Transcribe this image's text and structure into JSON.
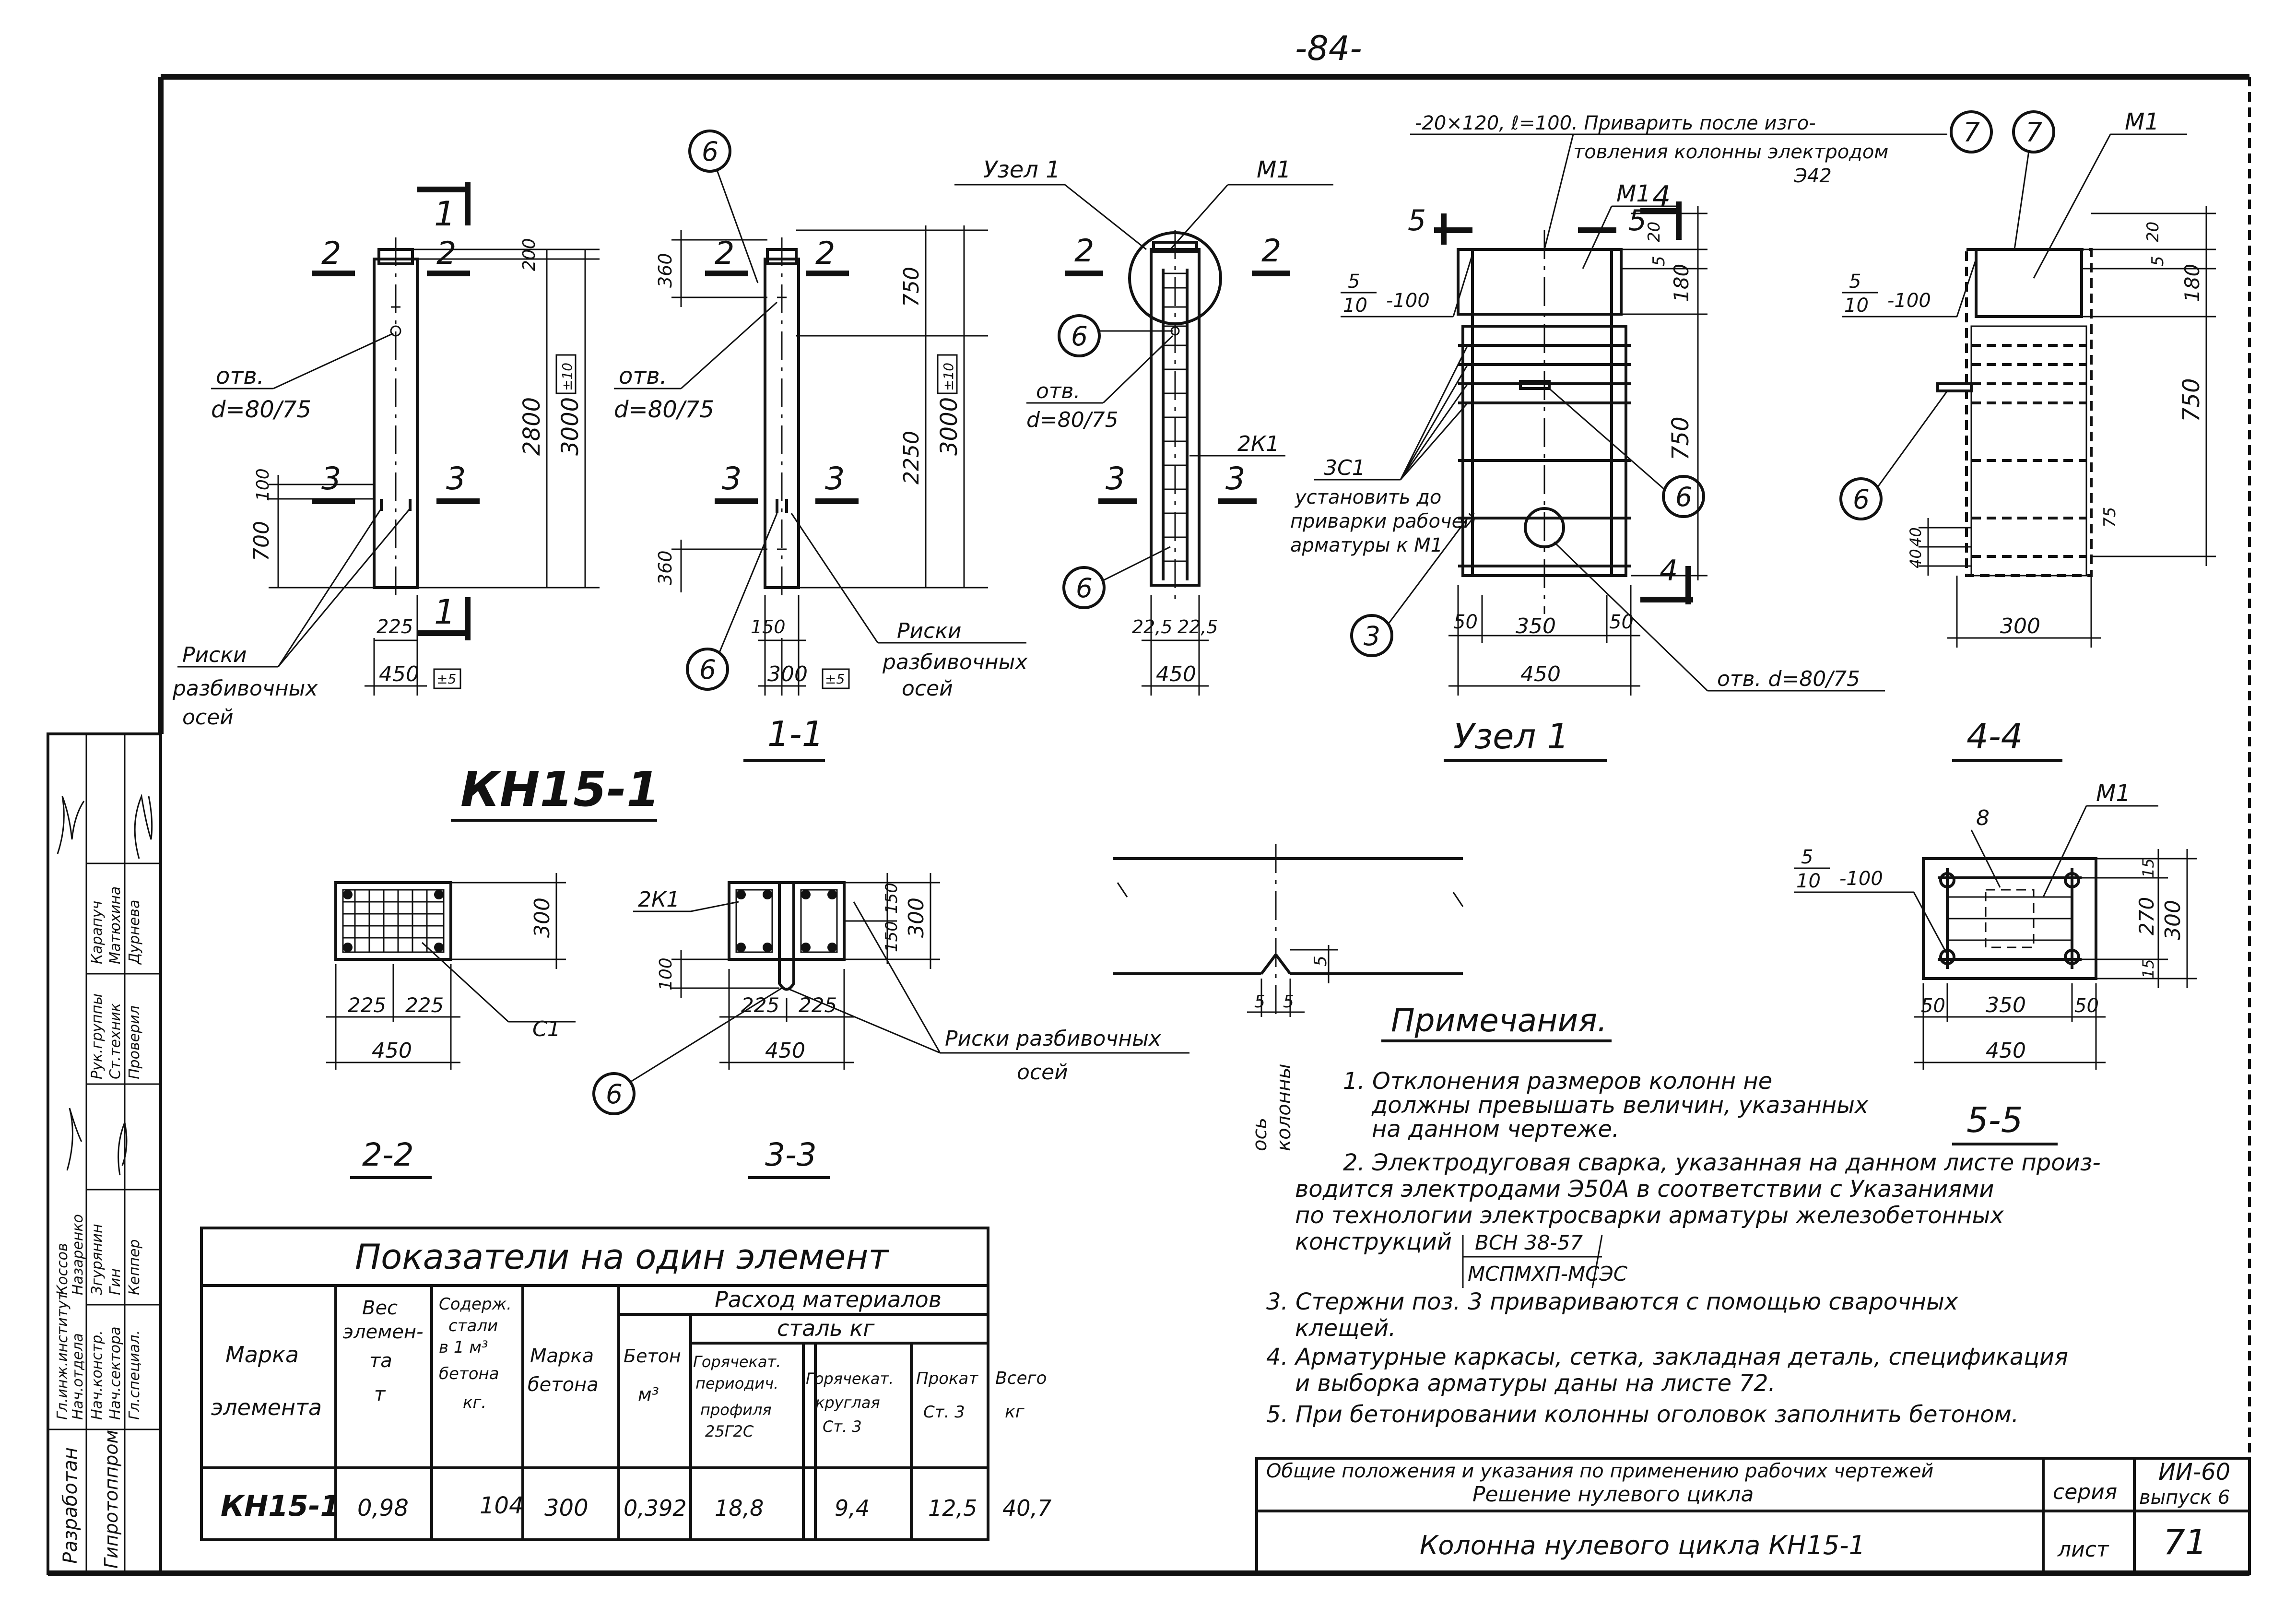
{
  "page_number": "-84-",
  "title": "КН15-1",
  "views": {
    "front": {
      "section_top": "2",
      "section_mid": "3",
      "section_side": "1",
      "hole_label_1": "отв.",
      "hole_label_2": "d=80/75",
      "dims": [
        "200",
        "2800",
        "3000",
        "100",
        "700",
        "225",
        "450"
      ],
      "tol_1": "±10",
      "tol_2": "±5",
      "marks_label": [
        "Риски",
        "разбивочных",
        "осей"
      ]
    },
    "side": {
      "title": "1-1",
      "callout": "6",
      "section_top": "2",
      "section_mid": "3",
      "hole_label_1": "отв.",
      "hole_label_2": "d=80/75",
      "dims": [
        "360",
        "750",
        "2250",
        "3000",
        "360",
        "150",
        "300"
      ],
      "tol_1": "±10",
      "tol_2": "±5",
      "marks_label": [
        "Риски",
        "разбивочных",
        "осей"
      ]
    },
    "rebar": {
      "node_label": "Узел 1",
      "m_label": "М1",
      "callout": "6",
      "frame_label": "2К1",
      "section_top": "2",
      "section_mid": "3",
      "hole_label_1": "отв.",
      "hole_label_2": "d=80/75",
      "dims": [
        "22,5",
        "22,5",
        "450"
      ]
    },
    "node1": {
      "title": "Узел 1",
      "weld_note_1": "-20×120, ℓ=100. Приварить после изго-",
      "weld_note_2": "товления колонны электродом",
      "weld_note_3": "Э42",
      "callout_a": "7",
      "callout_b": "6",
      "callout_c": "3",
      "m_label": "М1",
      "sec5": "5",
      "sec4": "4",
      "weld_symbol_top": "5",
      "weld_symbol_bottom": "10",
      "weld_symbol_len": "-100",
      "frame_label": "3С1",
      "install_note": [
        "установить до",
        "приварки рабочей",
        "арматуры к М1"
      ],
      "hole_label": "отв. d=80/75",
      "dims": [
        "20",
        "5",
        "180",
        "750",
        "50",
        "350",
        "50",
        "450"
      ]
    },
    "sec44": {
      "title": "4-4",
      "callout_a": "7",
      "callout_b": "6",
      "m_label": "М1",
      "weld_symbol_top": "5",
      "weld_symbol_bottom": "10",
      "weld_symbol_len": "-100",
      "dims": [
        "20",
        "5",
        "180",
        "750",
        "40",
        "40",
        "75",
        "300"
      ]
    },
    "sec22": {
      "title": "2-2",
      "mesh_label": "С1",
      "dims": [
        "300",
        "225",
        "225",
        "450"
      ]
    },
    "sec33": {
      "title": "3-3",
      "frame_label": "2К1",
      "callout": "6",
      "marks_label": [
        "Риски разбивочных",
        "осей"
      ],
      "dims": [
        "150",
        "150",
        "300",
        "100",
        "225",
        "225",
        "450"
      ]
    },
    "axis_detail": {
      "axis_label": [
        "ось",
        "колонны"
      ],
      "dims": [
        "5",
        "5",
        "5"
      ]
    },
    "sec55": {
      "title": "5-5",
      "callout": "8",
      "m_label": "М1",
      "weld_symbol_top": "5",
      "weld_symbol_bottom": "10",
      "weld_symbol_len": "-100",
      "dims": [
        "15",
        "270",
        "15",
        "300",
        "50",
        "350",
        "50",
        "450"
      ]
    }
  },
  "notes": {
    "heading": "Примечания.",
    "lines": [
      "1.  Отклонения размеров колонн не",
      "должны превышать величин, указанных",
      "на данном чертеже.",
      "2.  Электродуговая сварка, указанная на данном листе произ-",
      "водится электродами Э50А в соответствии с Указаниями",
      "по технологии электросварки арматуры железобетонных",
      "конструкций",
      "ВСН 38-57",
      "МСПМХП-МСЭС",
      "3.  Стержни поз. 3 привариваются с помощью сварочных",
      "клещей.",
      "4.  Арматурные каркасы, сетка, закладная деталь, спецификация",
      "и выборка арматуры даны на листе 72.",
      "5.  При бетонировании колонны оголовок заполнить бетоном."
    ]
  },
  "indicators_table": {
    "title": "Показатели на один элемент",
    "headers": {
      "mark": [
        "Марка",
        "элемента"
      ],
      "weight": [
        "Вес",
        "элемен-",
        "та",
        "т"
      ],
      "steel_content": [
        "Содерж.",
        "стали",
        "в 1 м³",
        "бетона",
        "кг."
      ],
      "concrete_grade": [
        "Марка",
        "бетона"
      ],
      "consumption": "Расход материалов",
      "concrete": [
        "Бетон",
        "м³"
      ],
      "steel": "сталь   кг",
      "periodic": [
        "Горячекат.",
        "периодич.",
        "профиля",
        "25Г2С"
      ],
      "round": [
        "Горячекат.",
        "круглая",
        "Ст. 3"
      ],
      "rolled": [
        "Прокат",
        "Ст. 3"
      ],
      "total": [
        "Всего",
        "кг"
      ]
    },
    "row": [
      "КН15-1",
      "0,98",
      "104",
      "300",
      "0,392",
      "18,8",
      "9,4",
      "12,5",
      "40,7"
    ]
  },
  "title_block": {
    "line1": "Общие положения и указания по применению рабочих чертежей",
    "line2": "Решение нулевого цикла",
    "series_label": "серия",
    "series_value": "ИИ-60",
    "issue": "выпуск 6",
    "sheet_title": "Колонна нулевого цикла КН15-1",
    "sheet_label": "лист",
    "sheet_no": "71"
  },
  "side_stamp": {
    "org1": "Разработан",
    "org2": "Гипротоппром",
    "roles": [
      "Гл.инж.институт",
      "Нач.отдела",
      "Нач.констр.",
      "Нач.сектора",
      "Гл.специал.",
      "Рук.группы",
      "Ст.техник",
      "Проверил"
    ],
    "names": [
      "Коссов",
      "Назаренко",
      "Згурянин",
      "Гин",
      "Кеппер",
      "Карапуч",
      "Матюхина",
      "Дурнева"
    ]
  }
}
